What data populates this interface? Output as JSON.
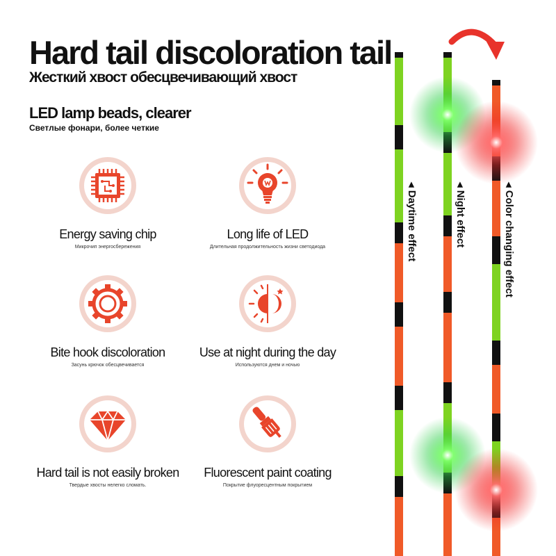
{
  "header": {
    "title": "Hard tail discoloration tail",
    "subtitle": "Жесткий хвост обесцвечивающий хвост"
  },
  "section": {
    "title": "LED lamp beads, clearer",
    "subtitle": "Светлые фонари, более четкие"
  },
  "features": [
    {
      "icon": "chip-icon",
      "label": "Energy saving chip",
      "sublabel": "Микрочип энергосбережения"
    },
    {
      "icon": "light-bulb-icon",
      "label": "Long life of LED",
      "sublabel": "Длительная продолжительность жизни светодиода"
    },
    {
      "icon": "gear-icon",
      "label": "Bite hook discoloration",
      "sublabel": "Засунь крючок обесцвечивается"
    },
    {
      "icon": "sun-moon-icon",
      "label": "Use at night during the day",
      "sublabel": "Используются днем и ночью"
    },
    {
      "icon": "diamond-icon",
      "label": "Hard tail is not easily broken",
      "sublabel": "Твердые хвосты нелегко сломать."
    },
    {
      "icon": "paint-brush-icon",
      "label": "Fluorescent paint coating",
      "sublabel": "Покрытие флуоресцентным покрытием"
    }
  ],
  "rods": {
    "daytime_label": "◂ Daytime effect",
    "night_label": "◂ Night effect",
    "color_label": "◂ Color changing effect"
  },
  "colors": {
    "accent": "#e8452b",
    "icon_circle": "#f3d4cc",
    "rod_green": "#7ed321",
    "rod_orange": "#f05a28",
    "rod_black": "#111111",
    "arrow": "#e8332b"
  }
}
